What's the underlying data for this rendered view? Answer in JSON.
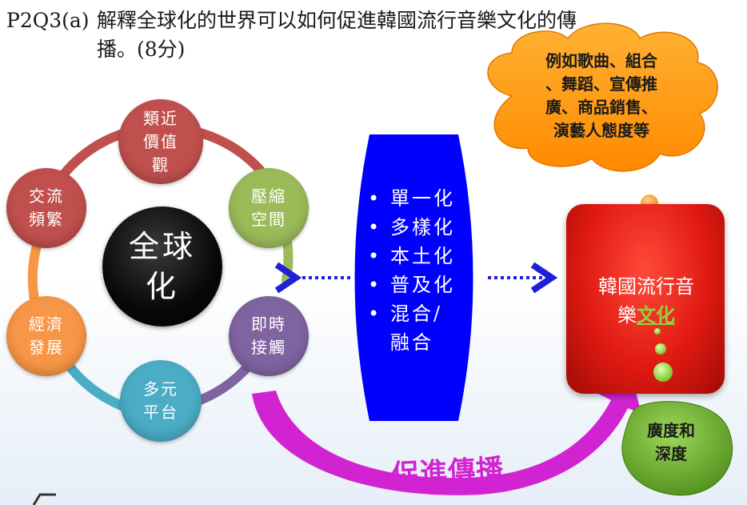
{
  "title": {
    "question_number": "P2Q3(a)",
    "line1": "解釋全球化的世界可以如何促進韓國流行音樂文化的傳",
    "line2": "播。(8分)"
  },
  "center_node": {
    "label": "全球\n化"
  },
  "cycle_nodes": [
    {
      "label": "類近\n價值\n觀",
      "color": "#c0504d"
    },
    {
      "label": "壓縮\n空間",
      "color": "#9bbb59"
    },
    {
      "label": "即時\n接觸",
      "color": "#8064a2"
    },
    {
      "label": "多元\n平台",
      "color": "#4bacc6"
    },
    {
      "label": "經濟\n發展",
      "color": "#f79646"
    },
    {
      "label": "交流\n頻繁",
      "color": "#c0504d"
    }
  ],
  "pillar": {
    "items": [
      "單一化",
      "多樣化",
      "本土化",
      "普及化",
      "混合/",
      "融合"
    ],
    "color": "#0000ff"
  },
  "cloud": {
    "lines": [
      "例如歌曲、組合",
      "、舞蹈、宣傳推",
      "廣、商品銷售、",
      "演藝人態度等"
    ],
    "color": "#ff9900"
  },
  "korea_box": {
    "text_plain": "韓國流行音",
    "text_prefix": "樂",
    "text_highlight": "文化"
  },
  "depth": {
    "label": "廣度和\n深度",
    "color": "#6fa82b"
  },
  "promote_arrow": {
    "label": "促進傳播",
    "color": "#d223d2"
  }
}
